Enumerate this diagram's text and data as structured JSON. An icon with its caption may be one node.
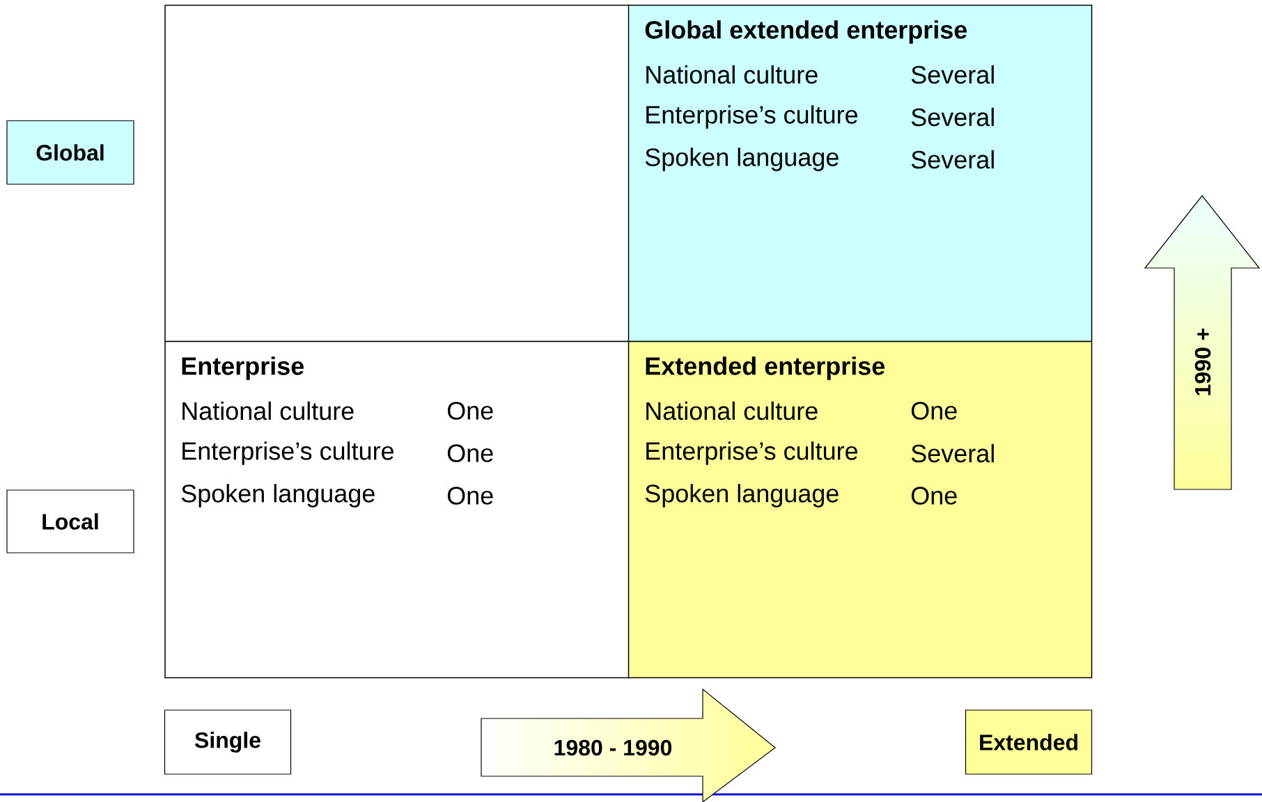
{
  "diagram": {
    "nodes": [
      {
        "text": [],
        "shape": "box"
      },
      {
        "text": [
          "Global extended enterprise",
          "National culture",
          "Several",
          "Enterprise’s culture",
          "Several",
          "Spoken language",
          "Several"
        ]
      },
      {
        "text": [
          "Enterprise",
          "National culture",
          "One",
          "Enterprise’s culture",
          "One",
          "Spoken language",
          "One"
        ]
      },
      {
        "text": [
          "Extended enterprise",
          "National culture",
          "One",
          "Enterprise’s culture",
          "Several",
          "Spoken language",
          "One"
        ]
      },
      {
        "text": [
          "Global"
        ]
      },
      {
        "text": [
          "Local"
        ]
      },
      {
        "text": [
          "Single"
        ]
      },
      {
        "text": [
          "1980 - 1990"
        ]
      },
      {
        "text": [
          "Extended"
        ]
      },
      {
        "text": [
          "1990 +"
        ]
      }
    ]
  }
}
